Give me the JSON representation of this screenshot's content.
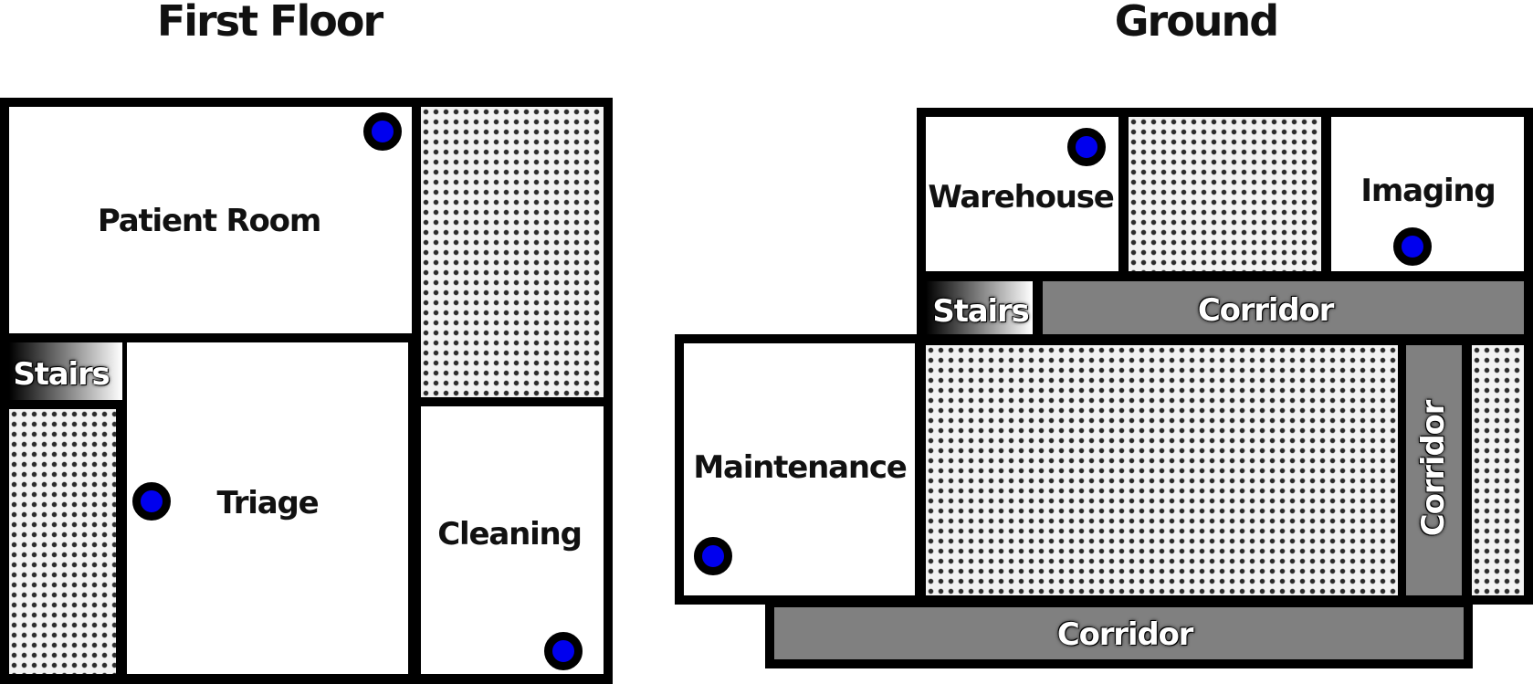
{
  "titles": {
    "first_floor": "First Floor",
    "ground": "Ground"
  },
  "first_floor": {
    "patient_room": "Patient Room",
    "stairs": "Stairs",
    "triage": "Triage",
    "cleaning": "Cleaning"
  },
  "ground": {
    "warehouse": "Warehouse",
    "imaging": "Imaging",
    "stairs": "Stairs",
    "corridor_top": "Corridor",
    "maintenance": "Maintenance",
    "corridor_vertical": "Corridor",
    "corridor_bottom": "Corridor"
  },
  "colors": {
    "wall": "#000000",
    "marker": "#0000ee",
    "corridor": "#808080",
    "unused_area": "dotted texture"
  }
}
